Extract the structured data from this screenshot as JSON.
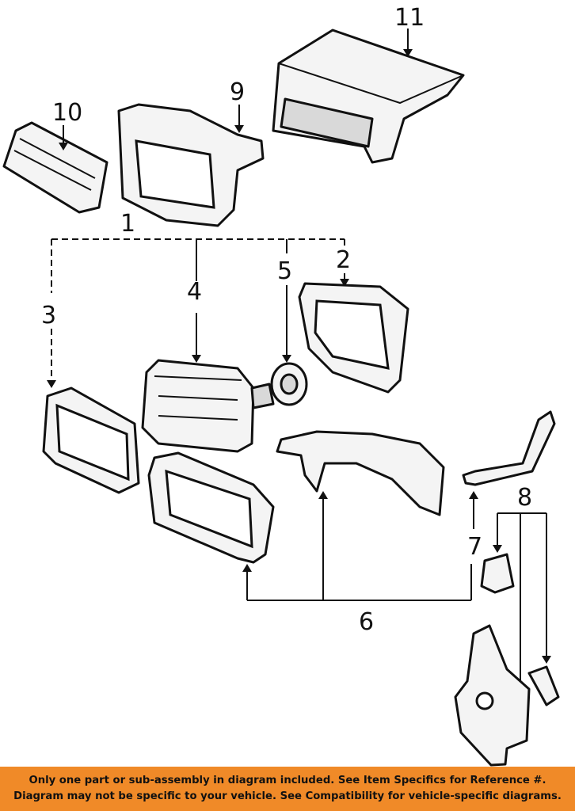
{
  "callouts": {
    "c1": "1",
    "c2": "2",
    "c3": "3",
    "c4": "4",
    "c5": "5",
    "c6": "6",
    "c7": "7",
    "c8": "8",
    "c9": "9",
    "c10": "10",
    "c11": "11"
  },
  "disclaimer": {
    "line1": "Only one part or sub-assembly in diagram included. See Item Specifics for Reference #.",
    "line2": "Diagram may not be specific to your vehicle. See Compatibility for vehicle-specific diagrams."
  },
  "colors": {
    "banner": "#f08a28",
    "ink": "#111111"
  }
}
